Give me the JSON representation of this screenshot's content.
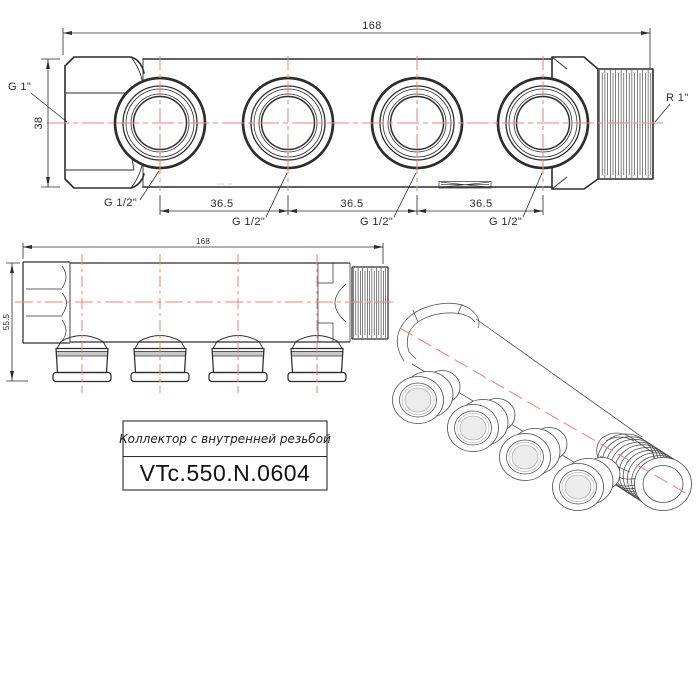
{
  "colors": {
    "line": "#2d2d2d",
    "centerline": "#f28379",
    "iso_line": "#4a4a4a",
    "cap_band": "#c9c9c9",
    "box_border": "#2a2a2a"
  },
  "front_view": {
    "length": "168",
    "height": "38",
    "left_thread_label": "G 1\"",
    "right_thread_label": "R 1\"",
    "spacings": [
      "36.5",
      "36.5",
      "36.5"
    ],
    "port_labels": [
      "G 1/2\"",
      "G 1/2\"",
      "G 1/2\"",
      "G 1/2\""
    ]
  },
  "side_view": {
    "length": "168",
    "height": "55.5"
  },
  "title_block": {
    "name": "Коллектор с внутренней резьбой",
    "code": "VTc.550.N.0604"
  }
}
